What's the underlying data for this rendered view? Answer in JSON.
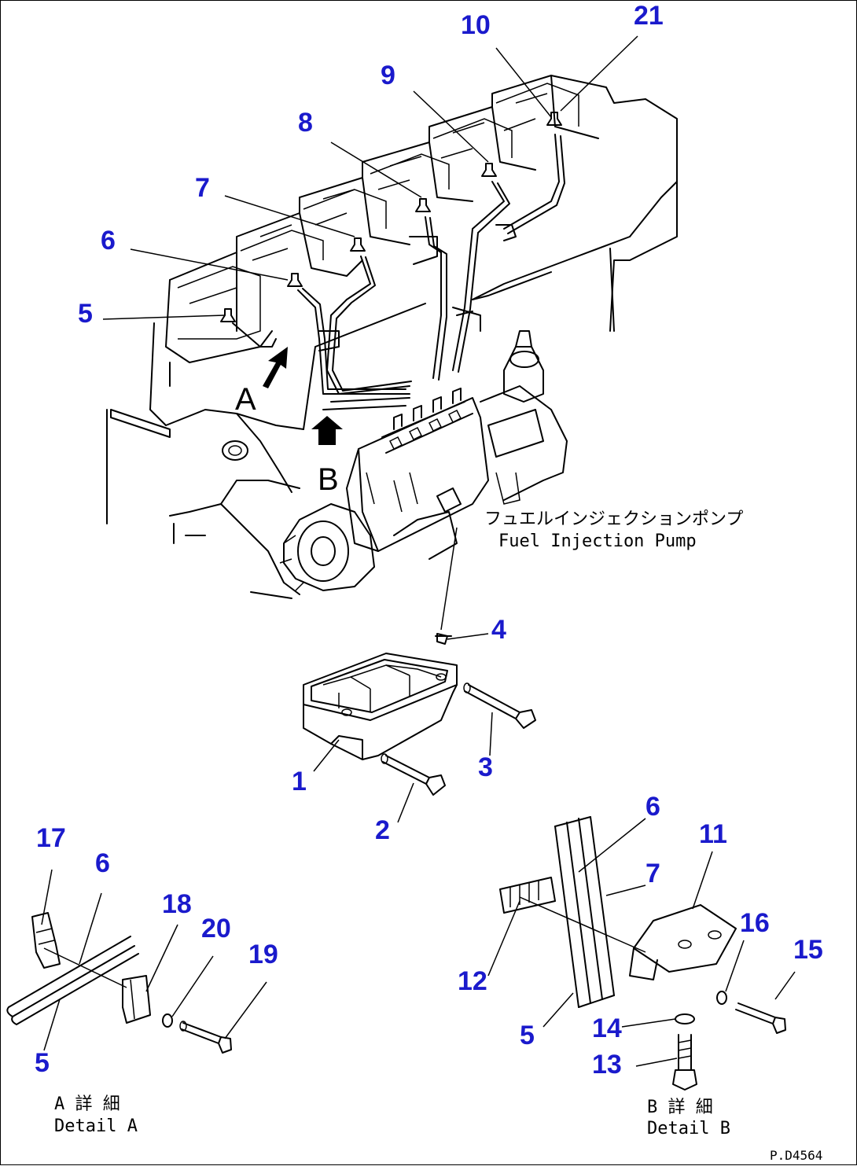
{
  "colors": {
    "callout": "#1a1acc",
    "line": "#000000",
    "background": "#ffffff"
  },
  "callouts": [
    {
      "id": "c10",
      "text": "10"
    },
    {
      "id": "c21",
      "text": "21"
    },
    {
      "id": "c9",
      "text": "9"
    },
    {
      "id": "c8",
      "text": "8"
    },
    {
      "id": "c7a",
      "text": "7"
    },
    {
      "id": "c6a",
      "text": "6"
    },
    {
      "id": "c5a",
      "text": "5"
    },
    {
      "id": "c4",
      "text": "4"
    },
    {
      "id": "c3",
      "text": "3"
    },
    {
      "id": "c1",
      "text": "1"
    },
    {
      "id": "c2",
      "text": "2"
    },
    {
      "id": "c17",
      "text": "17"
    },
    {
      "id": "c6b",
      "text": "6"
    },
    {
      "id": "c18",
      "text": "18"
    },
    {
      "id": "c20",
      "text": "20"
    },
    {
      "id": "c19",
      "text": "19"
    },
    {
      "id": "c5b",
      "text": "5"
    },
    {
      "id": "c6c",
      "text": "6"
    },
    {
      "id": "c11",
      "text": "11"
    },
    {
      "id": "c7b",
      "text": "7"
    },
    {
      "id": "c16",
      "text": "16"
    },
    {
      "id": "c15",
      "text": "15"
    },
    {
      "id": "c12",
      "text": "12"
    },
    {
      "id": "c14",
      "text": "14"
    },
    {
      "id": "c5c",
      "text": "5"
    },
    {
      "id": "c13",
      "text": "13"
    }
  ],
  "view_letters": {
    "a": "A",
    "b": "B"
  },
  "pump_label": {
    "jp": "フュエルインジェクションポンプ",
    "en": "Fuel Injection Pump"
  },
  "detail_a": {
    "jp": "A 詳 細",
    "en": "Detail A"
  },
  "detail_b": {
    "jp": "B 詳 細",
    "en": "Detail B"
  },
  "drawing_code": "P.D4564"
}
